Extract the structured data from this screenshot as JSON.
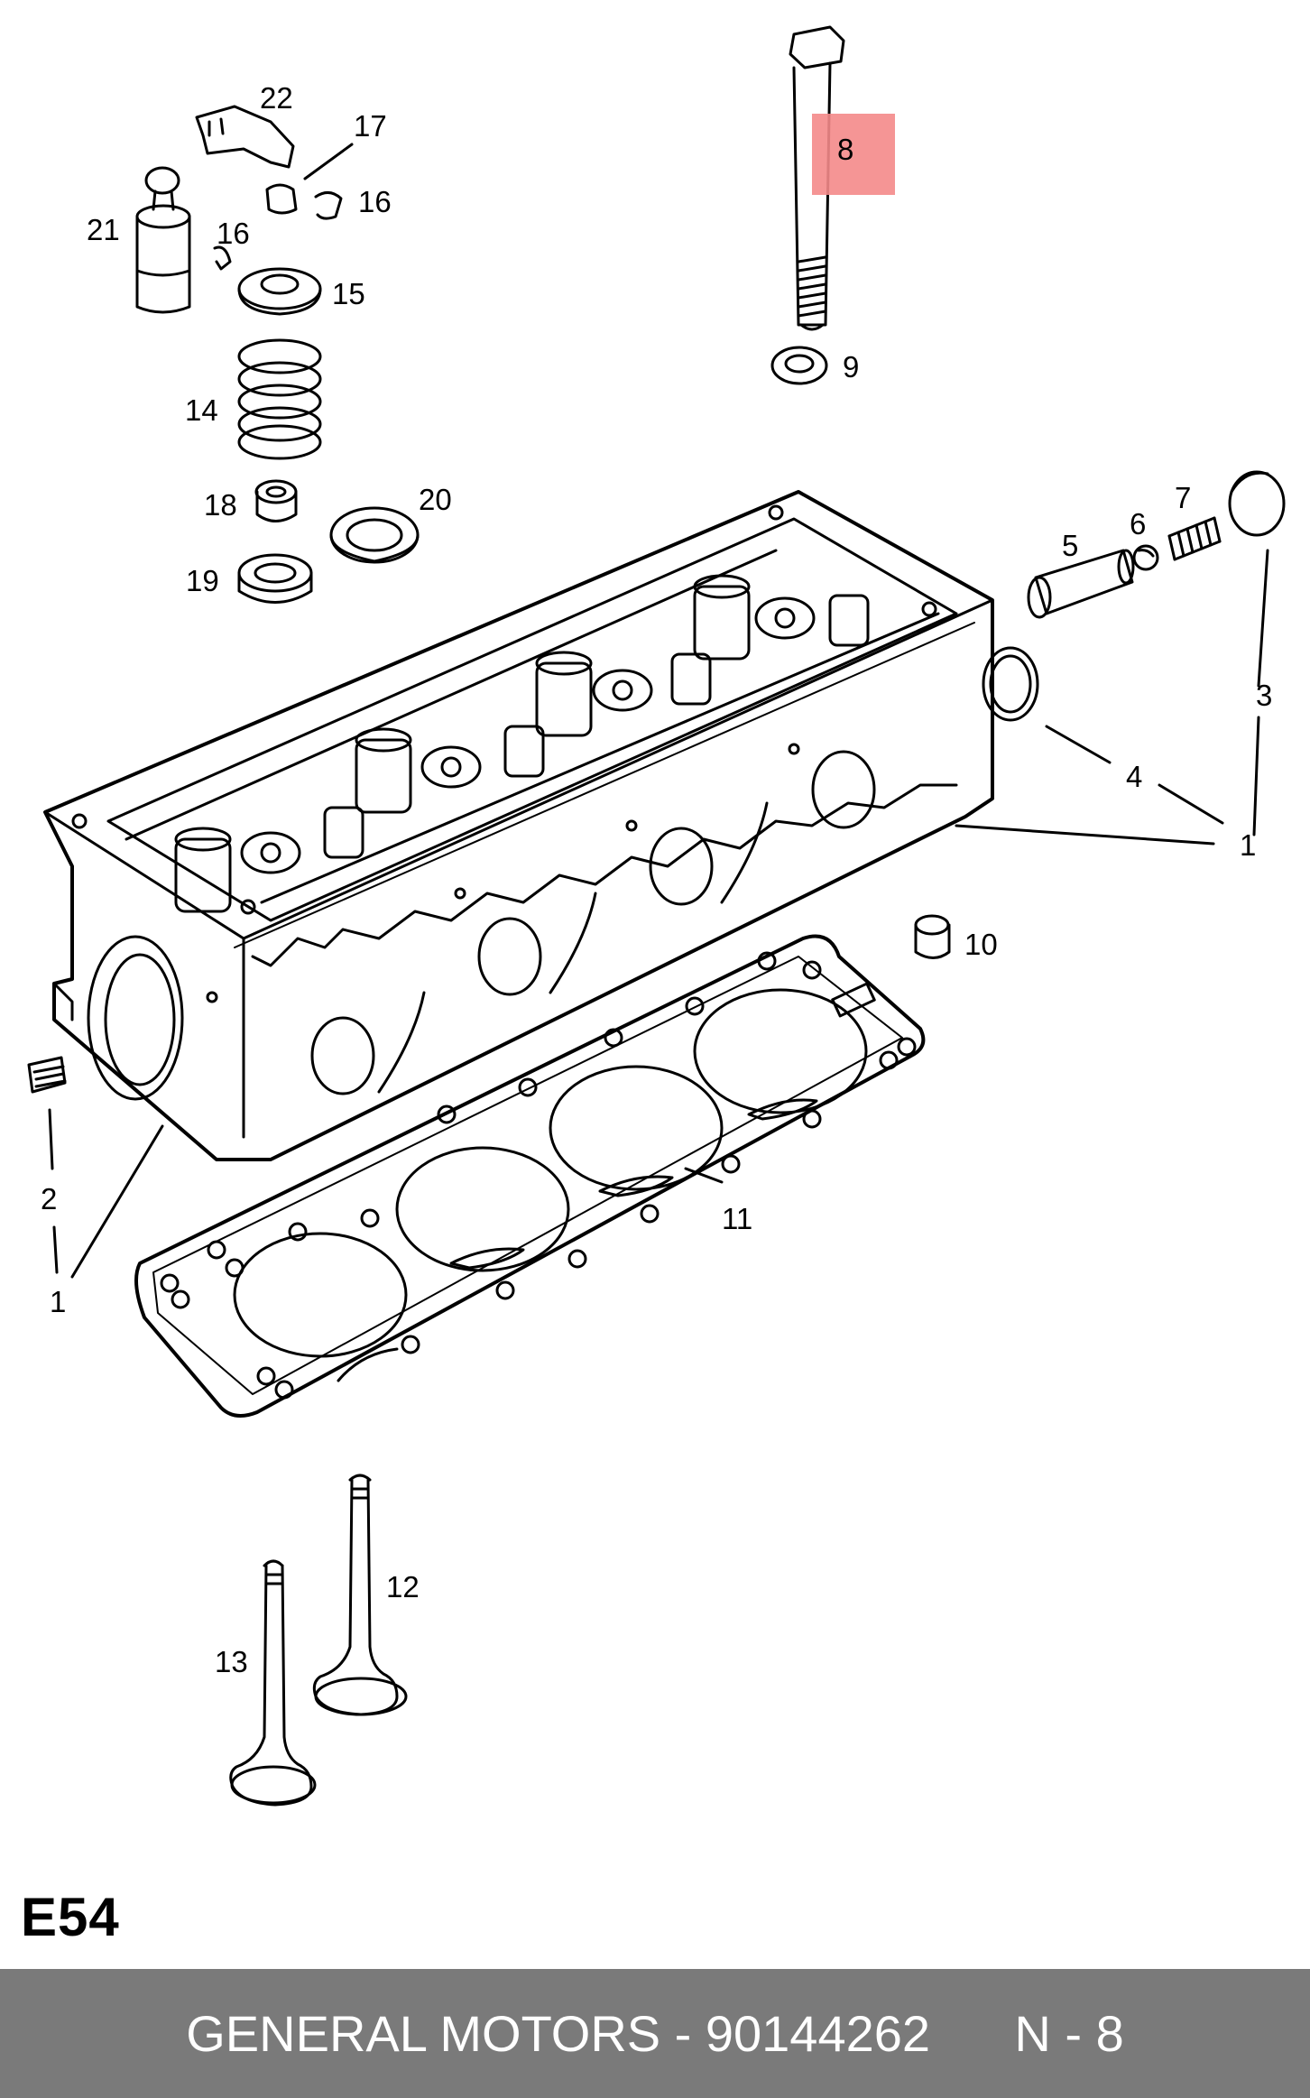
{
  "diagram": {
    "highlight_color": "#f48a8a",
    "line_color": "#000000",
    "labels": {
      "p1a": "1",
      "p1b": "1",
      "p2": "2",
      "p3": "3",
      "p4": "4",
      "p5": "5",
      "p6": "6",
      "p7": "7",
      "p8": "8",
      "p9": "9",
      "p10": "10",
      "p11": "11",
      "p12": "12",
      "p13": "13",
      "p14": "14",
      "p15": "15",
      "p16a": "16",
      "p16b": "16",
      "p17": "17",
      "p18": "18",
      "p19": "19",
      "p20": "20",
      "p21": "21",
      "p22": "22"
    }
  },
  "page_code": "E54",
  "footer": {
    "brand": "GENERAL MOTORS",
    "separator": " - ",
    "part_number": "90144262",
    "position": "N - 8",
    "background": "#7a7a7a"
  }
}
